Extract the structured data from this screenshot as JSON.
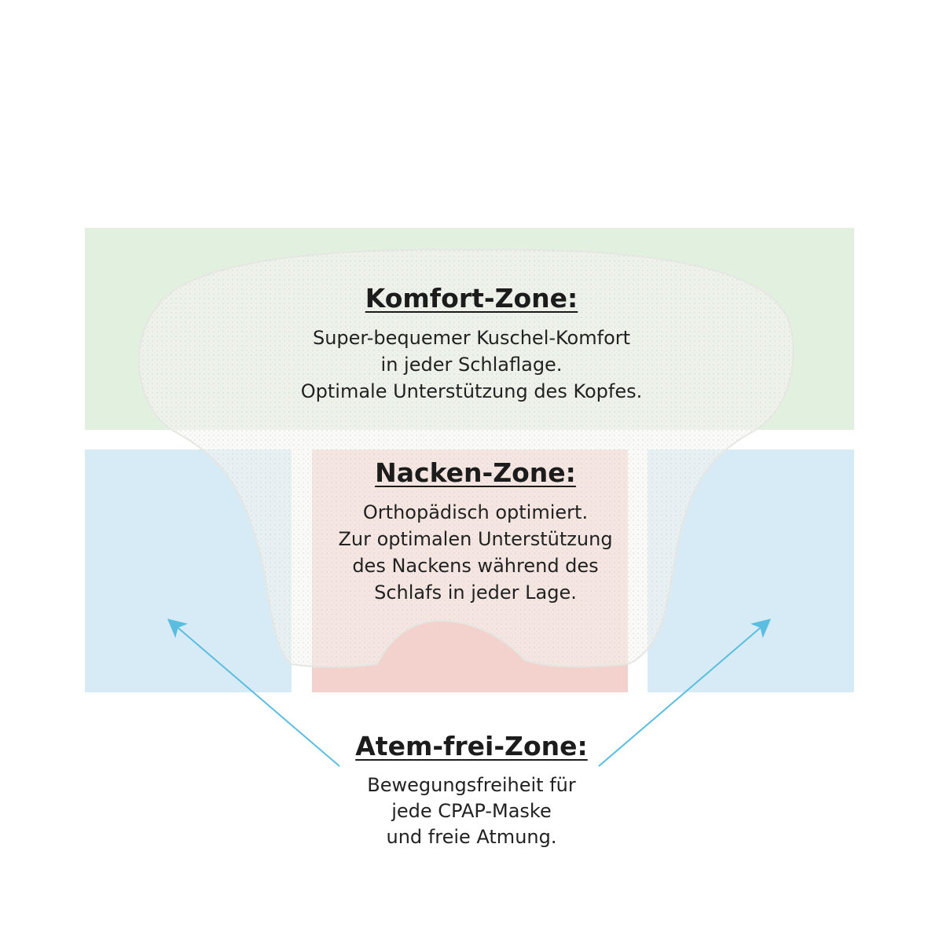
{
  "zones": {
    "komfort": {
      "title": "Komfort-Zone:",
      "lines": [
        "Super-bequemer Kuschel-Komfort",
        "in jeder Schlaflage.",
        "Optimale Unterstützung des Kopfes."
      ],
      "color": "#e2f0df"
    },
    "nacken": {
      "title": "Nacken-Zone:",
      "lines": [
        "Orthopädisch optimiert.",
        "Zur optimalen Unterstützung",
        "des Nackens während des",
        "Schlafs in jeder Lage."
      ],
      "color": "#f3d2cd"
    },
    "atem": {
      "title": "Atem-frei-Zone:",
      "lines": [
        "Bewegungsfreiheit für",
        "jede CPAP-Maske",
        "und freie Atmung."
      ],
      "color": "#d6ebf5"
    }
  },
  "arrow_color": "#5bbde0",
  "pillow_color": "#f4f4f2"
}
